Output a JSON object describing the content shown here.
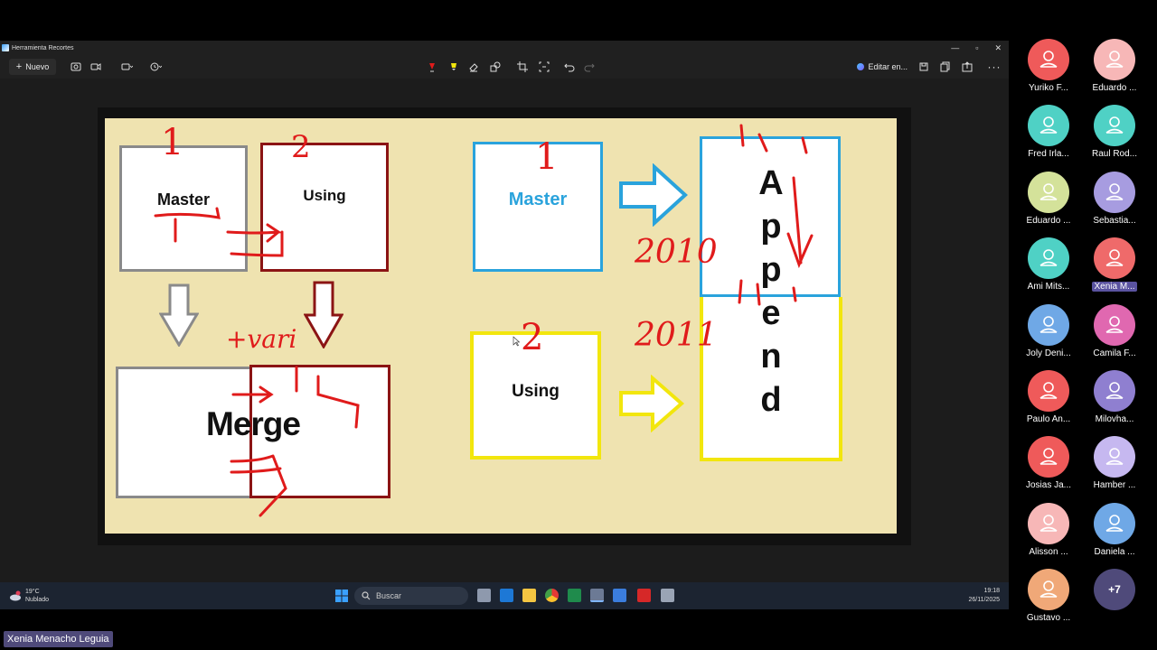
{
  "window": {
    "title": "Herramienta Recortes"
  },
  "toolbar": {
    "new_label": "Nuevo",
    "edit_label": "Editar en..."
  },
  "slide": {
    "left_top_master": "Master",
    "left_top_using": "Using",
    "merge_label": "Merge",
    "right_master": "Master",
    "right_using": "Using",
    "append_letters": [
      "A",
      "p",
      "p",
      "e",
      "n",
      "d"
    ],
    "ink": {
      "num1_left": "1",
      "num2_left": "2",
      "num1_right": "1",
      "num2_right": "2",
      "vari": "+vari",
      "year_top": "2010",
      "year_bottom": "2011"
    },
    "colors": {
      "background": "#efe3b0",
      "gray_border": "#8a8a8a",
      "dark_red_border": "#8b1414",
      "blue_border": "#2aa3dc",
      "yellow_border": "#f2e60d",
      "ink_red": "#e01b1b",
      "master_blue_text": "#2aa3dc"
    }
  },
  "taskbar": {
    "weather_temp": "19°C",
    "weather_desc": "Nublado",
    "search_placeholder": "Buscar",
    "time": "19:18",
    "date": "26/11/2025"
  },
  "presenter_name": "Xenia Menacho Leguia",
  "participants": [
    {
      "name": "Yuriko F...",
      "color": "#ef5a5a"
    },
    {
      "name": "Eduardo ...",
      "color": "#f7b7b7"
    },
    {
      "name": "Fred Irla...",
      "color": "#4fd1c5"
    },
    {
      "name": "Raul Rod...",
      "color": "#4fd1c5"
    },
    {
      "name": "Eduardo ...",
      "color": "#d4e29a"
    },
    {
      "name": "Sebastia...",
      "color": "#a79ce0"
    },
    {
      "name": "Ami Mits...",
      "color": "#4fd1c5"
    },
    {
      "name": "Xenia M...",
      "color": "#ef6a6a",
      "active": true
    },
    {
      "name": "Joly Deni...",
      "color": "#6fa8e6"
    },
    {
      "name": "Camila F...",
      "color": "#e068b0"
    },
    {
      "name": "Paulo An...",
      "color": "#ef5a5a"
    },
    {
      "name": "Milovha...",
      "color": "#8f7fd0"
    },
    {
      "name": "Josias Ja...",
      "color": "#ef5a5a"
    },
    {
      "name": "Hamber ...",
      "color": "#c6b8f0"
    },
    {
      "name": "Alisson ...",
      "color": "#f7b7b7"
    },
    {
      "name": "Daniela ...",
      "color": "#6fa8e6"
    },
    {
      "name": "Gustavo ...",
      "color": "#f0a878"
    }
  ],
  "more_participants": "+7"
}
